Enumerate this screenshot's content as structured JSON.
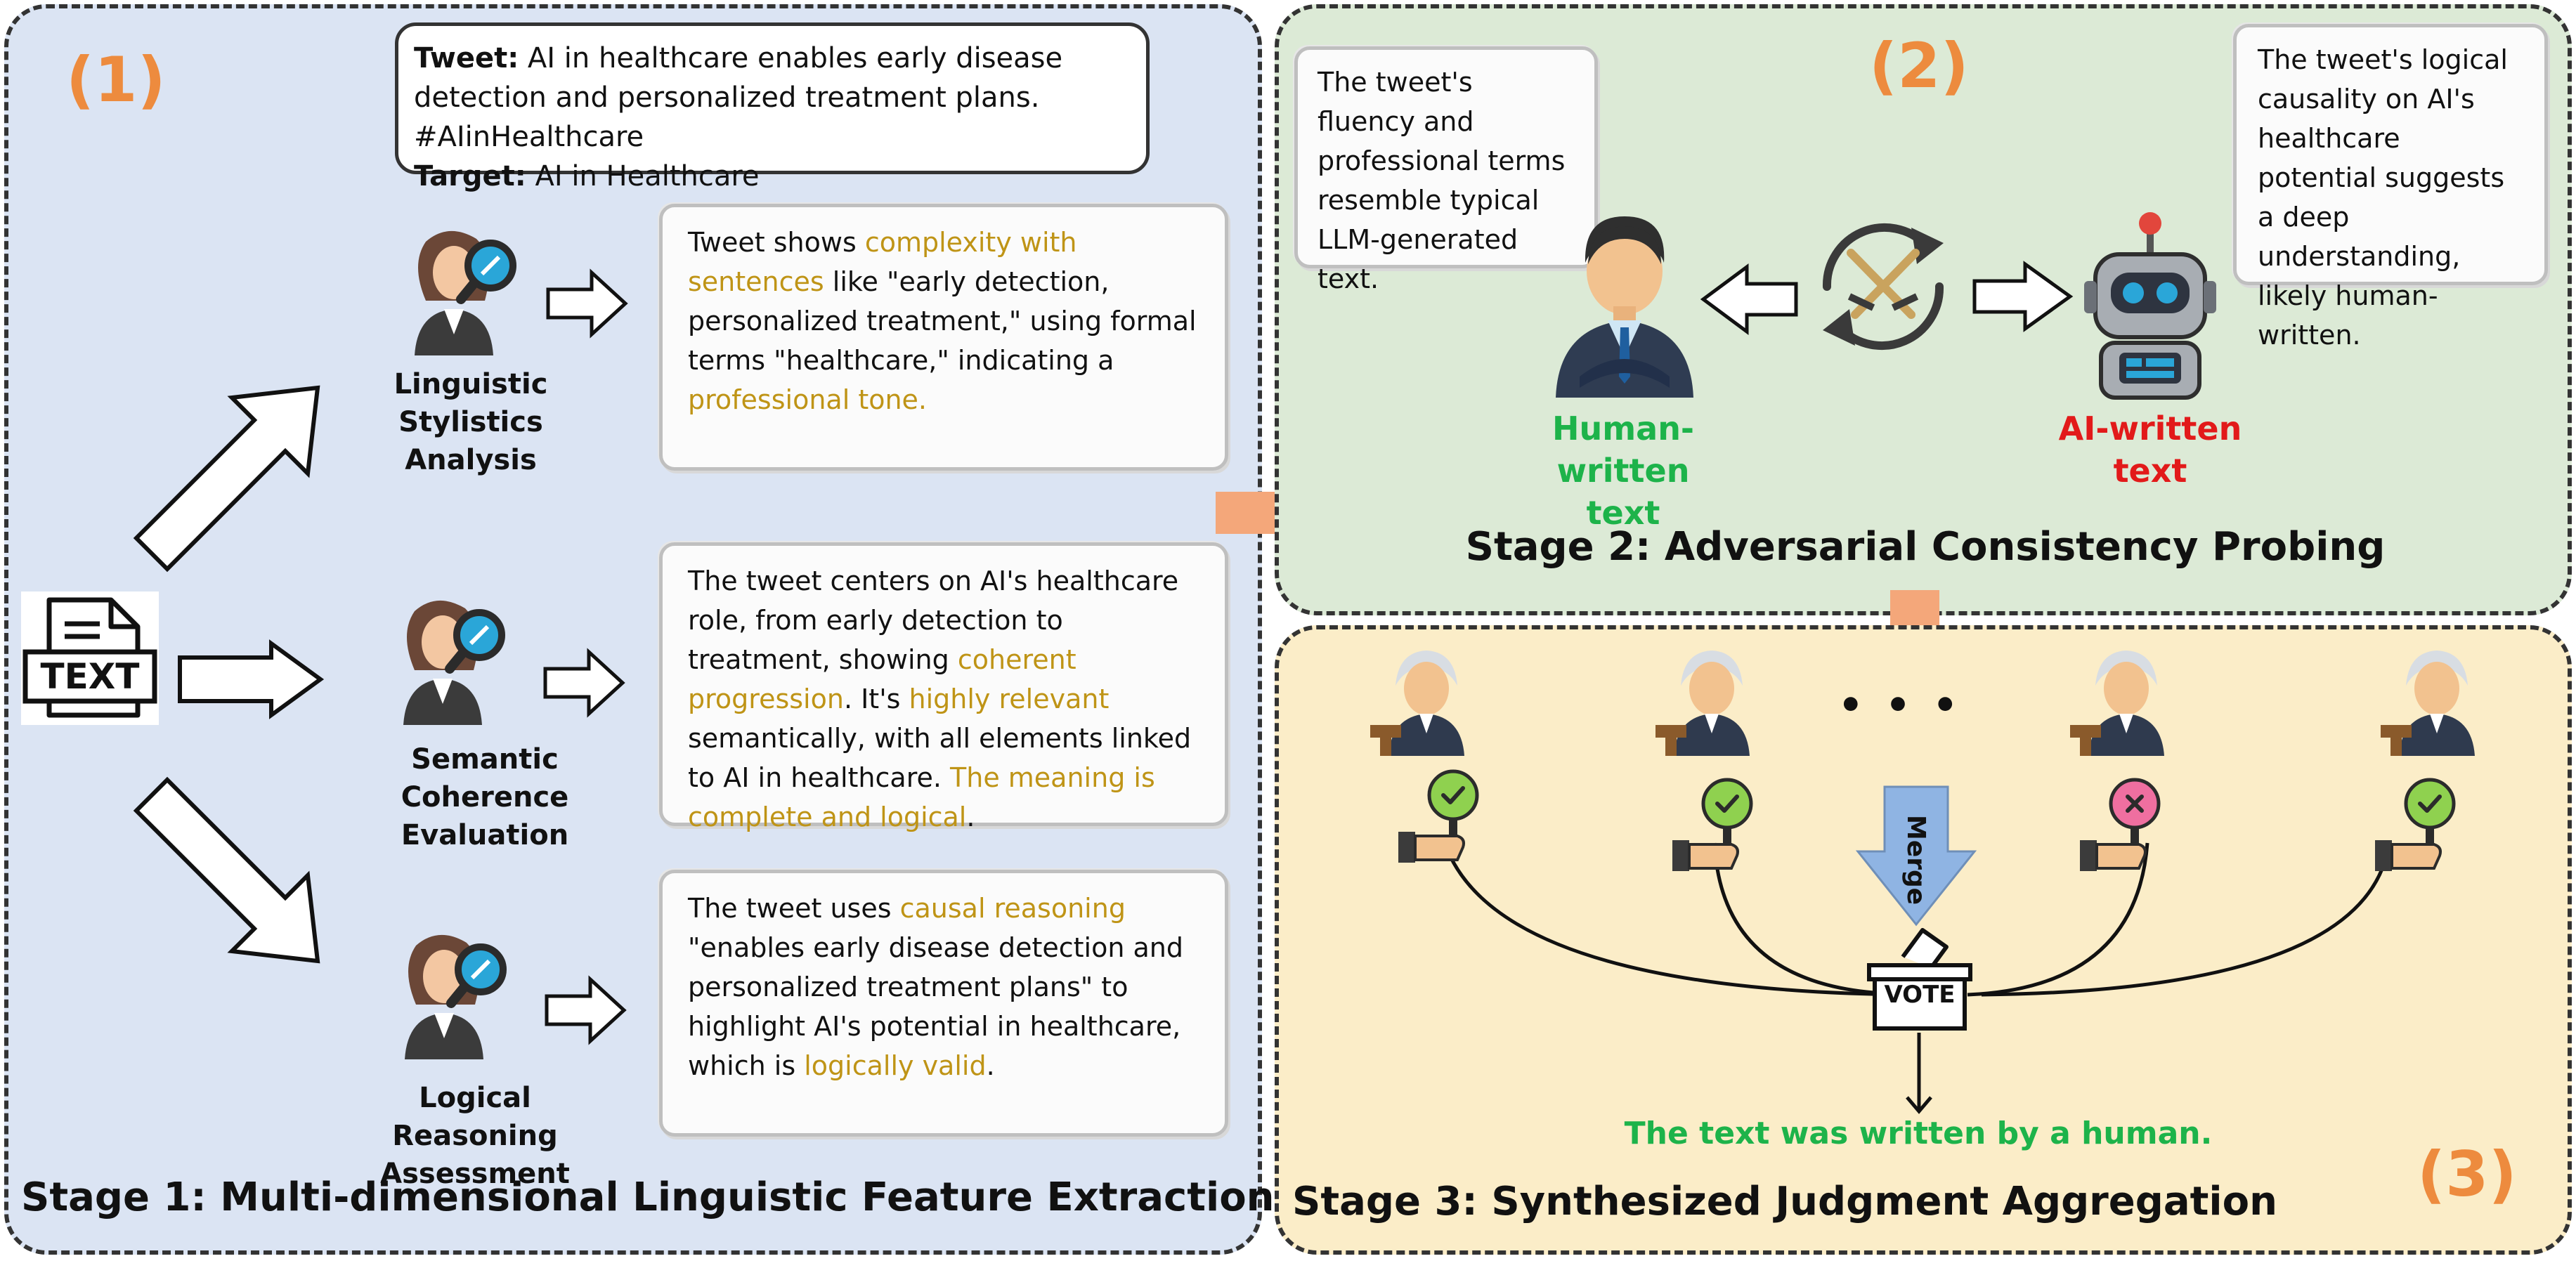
{
  "stage1": {
    "number": "(1)",
    "title": "Stage 1: Multi-dimensional Linguistic Feature Extraction",
    "tweet_box": {
      "tweet_label": "Tweet:",
      "tweet_text": " AI in healthcare enables early disease detection and personalized treatment plans. #AIinHealthcare",
      "target_label": "Target:",
      "target_text": " AI in Healthcare"
    },
    "text_icon_label": "TEXT",
    "analyses": [
      {
        "label_line1": "Linguistic Stylistics",
        "label_line2": "Analysis",
        "output": [
          {
            "t": "Tweet shows ",
            "h": false
          },
          {
            "t": "complexity with sentences",
            "h": true
          },
          {
            "t": " like \"early detection, personalized treatment,\" using formal terms \"healthcare,\" indicating a ",
            "h": false
          },
          {
            "t": "professional tone.",
            "h": true
          }
        ]
      },
      {
        "label_line1": "Semantic Coherence",
        "label_line2": "Evaluation",
        "output": [
          {
            "t": "The tweet centers on AI's healthcare role, from early detection to treatment, showing ",
            "h": false
          },
          {
            "t": "coherent progression",
            "h": true
          },
          {
            "t": ". It's ",
            "h": false
          },
          {
            "t": "highly relevant",
            "h": true
          },
          {
            "t": " semantically, with all elements linked to AI in healthcare. ",
            "h": false
          },
          {
            "t": "The meaning is complete and logical",
            "h": true
          },
          {
            "t": ".",
            "h": false
          }
        ]
      },
      {
        "label_line1": "Logical Reasoning",
        "label_line2": "Assessment",
        "output": [
          {
            "t": "The tweet uses ",
            "h": false
          },
          {
            "t": "causal reasoning",
            "h": true
          },
          {
            "t": " \"enables early disease detection and personalized treatment plans\" to highlight AI's potential in healthcare, which is ",
            "h": false
          },
          {
            "t": "logically valid",
            "h": true
          },
          {
            "t": ".",
            "h": false
          }
        ]
      }
    ]
  },
  "stage2": {
    "number": "(2)",
    "title": "Stage 2: Adversarial Consistency Probing",
    "human_argument": "The tweet's fluency and professional terms resemble typical LLM-generated text.",
    "ai_argument": "The tweet's logical causality on AI's healthcare potential suggests a deep understanding, likely human-written.",
    "human_label_line1": "Human-written",
    "human_label_line2": "text",
    "ai_label_line1": "AI-written",
    "ai_label_line2": "text"
  },
  "stage3": {
    "number": "(3)",
    "title": "Stage 3: Synthesized Judgment Aggregation",
    "ellipsis": "• • •",
    "merge_label": "Merge",
    "vote_label": "VOTE",
    "verdict": "The text was written by a human.",
    "votes": [
      "agree",
      "agree",
      "disagree",
      "agree"
    ]
  },
  "colors": {
    "accent_orange": "#ed8b3e",
    "highlight_gold": "#bf9416",
    "human_green": "#1db34a",
    "ai_red": "#e21a1a",
    "merge_blue": "#8fb4e3",
    "stage1_bg": "#dbe4f3",
    "stage2_bg": "#dcead6",
    "stage3_bg": "#fbedc8"
  }
}
